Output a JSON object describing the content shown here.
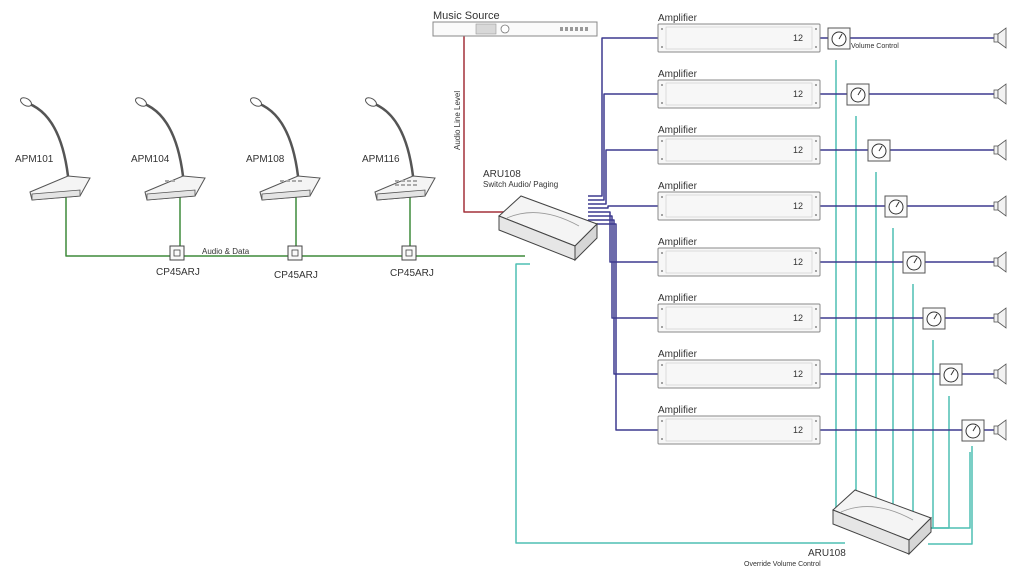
{
  "labels": {
    "music_source": "Music Source",
    "audio_line_level": "Audio Line Level",
    "aru_main_name": "ARU108",
    "aru_main_desc": "Switch Audio/ Paging",
    "aru_override_name": "ARU108",
    "aru_override_desc": "Override Volume Control",
    "audio_data": "Audio & Data",
    "volume_control": "Volume Control",
    "amplifier": "Amplifier",
    "amp_badge": "12"
  },
  "microphones": [
    "APM101",
    "APM104",
    "APM108",
    "APM116"
  ],
  "junctions": [
    "CP45ARJ",
    "CP45ARJ",
    "CP45ARJ"
  ],
  "amplifier_count": 8,
  "colors": {
    "red_line": "#a3303a",
    "green_line": "#3e8a3a",
    "purple_line": "#3d3a8f",
    "teal_line": "#4fbfb3",
    "device_stroke": "#888888"
  }
}
